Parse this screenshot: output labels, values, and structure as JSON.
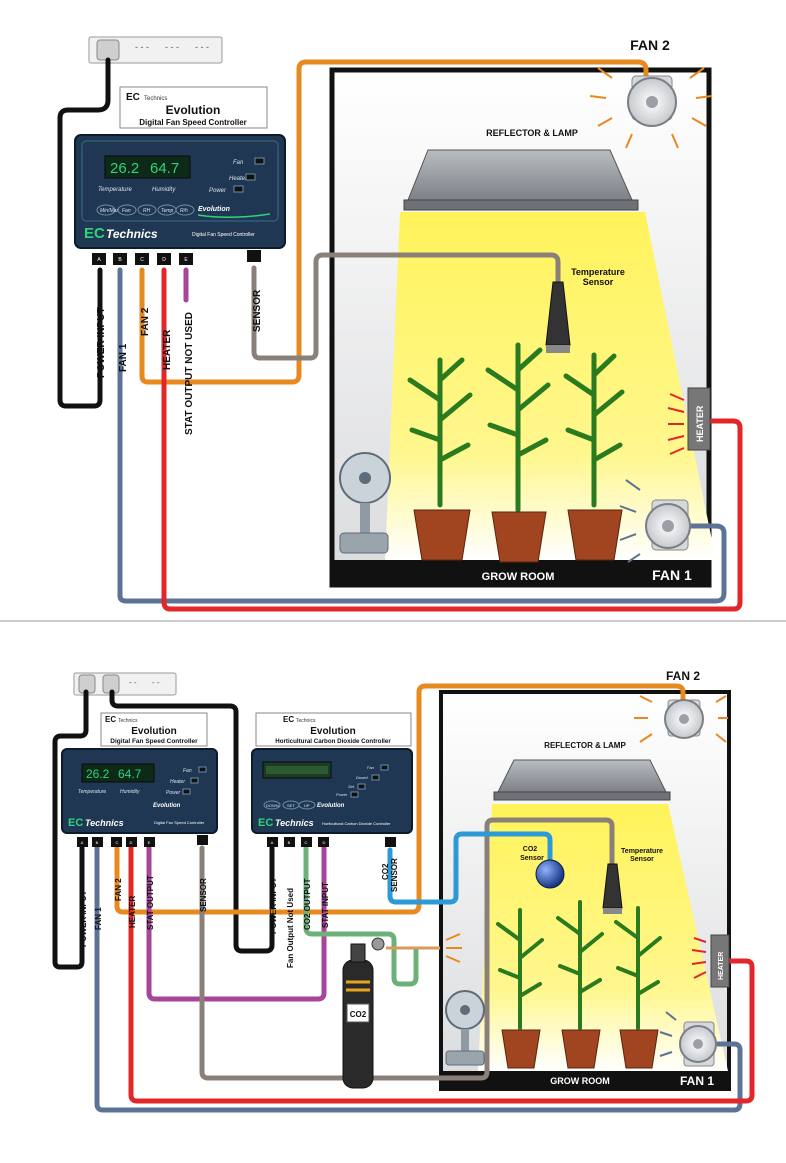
{
  "colors": {
    "power": "#111111",
    "fan1": "#5c7396",
    "fan2": "#e8891f",
    "heater": "#e2262a",
    "stat": "#a6469a",
    "sensor": "#8a8079",
    "co2_sensor": "#2c9ad6",
    "co2_out": "#6cb07a",
    "controller": "#1f3752",
    "display": "#2fd47a",
    "lamp_light": "#fff35a"
  },
  "diagram1": {
    "header": {
      "logo": "EC",
      "brand_small": "Technics",
      "title": "Evolution",
      "subtitle": "Digital Fan Speed Controller"
    },
    "controller": {
      "display_temp": "26.2",
      "display_hum": "64.7",
      "label_temperature": "Temperature",
      "label_humidity": "Humidity",
      "ind_fan": "Fan",
      "ind_heater": "Heater",
      "ind_power": "Power",
      "btn_minmax": "Min/Max",
      "btn_fan": "Fan",
      "btn_rh": "RH",
      "btn_temp": "Temp",
      "btn_rh2": "R/h",
      "model": "Evolution",
      "logo": "EC",
      "brand": "Technics",
      "footer": "Digital Fan Speed Controller",
      "ports": [
        "A",
        "B",
        "C",
        "D",
        "E"
      ]
    },
    "wire_labels": {
      "power_input": "POWER INPUT",
      "fan1": "FAN 1",
      "fan2": "FAN 2",
      "heater": "HEATER",
      "stat": "STAT OUTPUT NOT USED",
      "sensor": "SENSOR"
    },
    "room": {
      "fan2": "FAN 2",
      "reflector": "REFLECTOR & LAMP",
      "temp_sensor_1": "Temperature",
      "temp_sensor_2": "Sensor",
      "heater": "HEATER",
      "grow_room": "GROW ROOM",
      "fan1": "FAN 1"
    }
  },
  "diagram2": {
    "header1": {
      "logo": "EC",
      "brand_small": "Technics",
      "title": "Evolution",
      "subtitle": "Digital Fan Speed Controller"
    },
    "header2": {
      "logo": "EC",
      "brand_small": "Technics",
      "title": "Evolution",
      "subtitle": "Horticultural Carbon Dioxide Controller"
    },
    "controller1": {
      "display_temp": "26.2",
      "display_hum": "64.7",
      "label_temperature": "Temperature",
      "label_humidity": "Humidity",
      "ind_fan": "Fan",
      "ind_heater": "Heater",
      "ind_power": "Power",
      "model": "Evolution",
      "logo": "EC",
      "brand": "Technics",
      "footer": "Digital Fan Speed Controller",
      "ports": [
        "A",
        "B",
        "C",
        "D",
        "E"
      ]
    },
    "controller2": {
      "ind_fan": "Fan",
      "ind_dosed": "Dosed",
      "ind_set": "Set",
      "ind_power": "Power",
      "btn_down": "DOWN",
      "btn_set": "SET",
      "btn_up": "UP",
      "model": "Evolution",
      "logo": "EC",
      "brand": "Technics",
      "footer": "Horticultural Carbon Dioxide Controller",
      "ports": [
        "A",
        "B",
        "C",
        "D",
        "E"
      ]
    },
    "wire_labels": {
      "power_input": "POWER INPUT",
      "fan1": "FAN 1",
      "fan2": "FAN 2",
      "heater": "HEATER",
      "stat_output": "STAT OUTPUT",
      "sensor": "SENSOR",
      "power_input2": "POWER INPUT",
      "fan_not_used": "Fan Output Not Used",
      "co2_output": "CO2 OUTPUT",
      "stat_input": "STAT INPUT",
      "co2_sensor_1": "CO2",
      "co2_sensor_2": "SENSOR"
    },
    "cylinder": "CO2",
    "room": {
      "fan2": "FAN 2",
      "reflector": "REFLECTOR & LAMP",
      "co2_sensor_1": "CO2",
      "co2_sensor_2": "Sensor",
      "temp_sensor_1": "Temperature",
      "temp_sensor_2": "Sensor",
      "heater": "HEATER",
      "grow_room": "GROW ROOM",
      "fan1": "FAN 1"
    }
  }
}
